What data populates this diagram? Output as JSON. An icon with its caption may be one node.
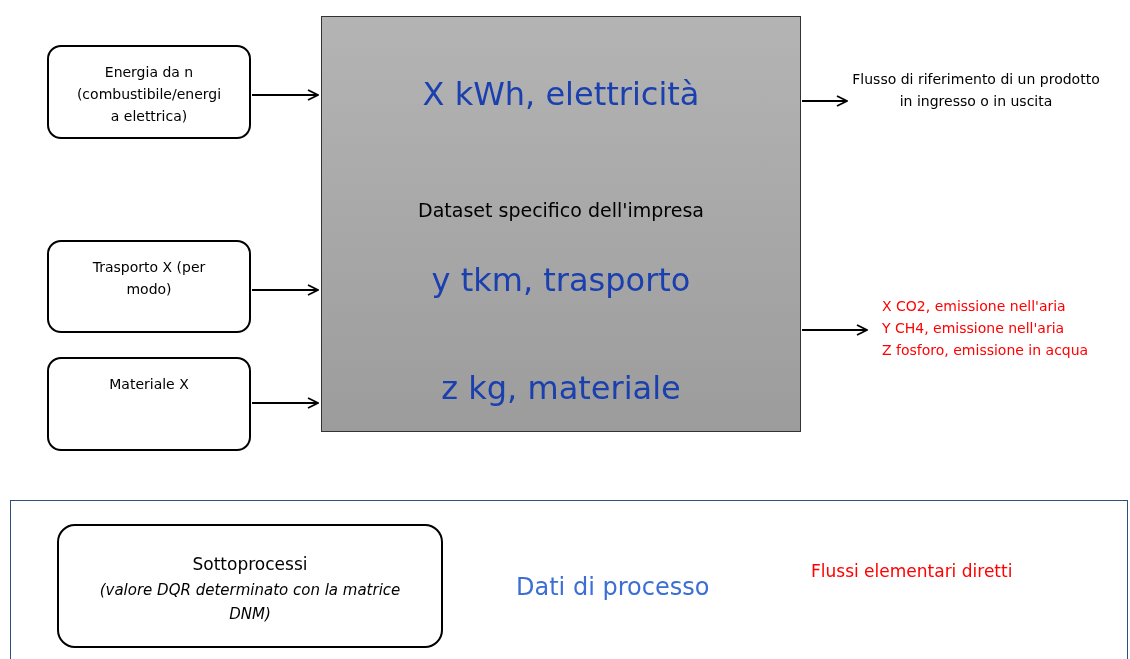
{
  "diagram": {
    "nodes": [
      {
        "text": [
          "Energia da n (combustibile/energi a elettrica)"
        ]
      },
      {
        "text": [
          "Trasporto X (per modo)"
        ]
      },
      {
        "text": [
          "Materiale X"
        ]
      },
      {
        "text": [
          "X kWh, elettricità",
          "Dataset specifico dell'impresa",
          "y tkm, trasporto",
          "z kg, materiale"
        ]
      },
      {
        "text": [
          "Flusso di riferimento di un prodotto in ingresso o in uscita"
        ]
      },
      {
        "text": [
          "X CO2, emissione nell'aria",
          "Y CH4, emissione nell'aria",
          "Z fosforo, emissione in acqua"
        ]
      },
      {
        "text": [],
        "shape": "box"
      },
      {
        "text": [
          "Sottoprocessi",
          "(valore DQR determinato con la matrice DNM)"
        ],
        "in": 6
      }
    ],
    "edges": [
      {
        "from": 0,
        "to": 3,
        "arrow": "to"
      },
      {
        "from": 1,
        "to": 3,
        "arrow": "to"
      },
      {
        "from": 2,
        "to": 3,
        "arrow": "to"
      },
      {
        "from": 3,
        "to": 4,
        "arrow": "to"
      },
      {
        "from": 3,
        "to": 5,
        "arrow": "to"
      }
    ],
    "labels": [
      "Dati di processo",
      "Flussi elementari diretti"
    ]
  }
}
